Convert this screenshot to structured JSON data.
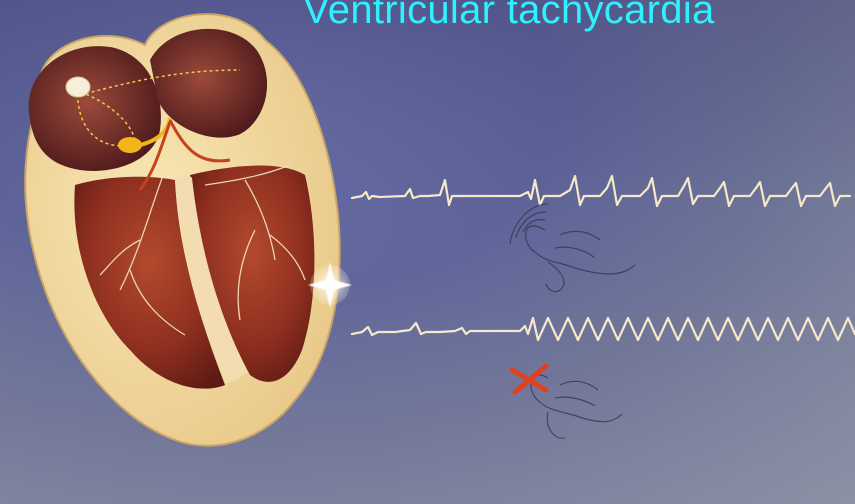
{
  "slide": {
    "title": "Ventricular tachycardia"
  },
  "illustration": {
    "subject": "heart-conduction-diagram",
    "rhythm_strips": [
      "normal-then-extra-beats",
      "sustained-wide-complex-run"
    ],
    "icons": [
      "pulse-palpation-hand-icon",
      "no-pulse-hand-icon"
    ],
    "colors": {
      "title": "#2ff0ff",
      "strip": "#f6e9c9",
      "myocardium": "#9c3826",
      "no_pulse_mark": "#e0401e",
      "background": "#63699b"
    }
  }
}
